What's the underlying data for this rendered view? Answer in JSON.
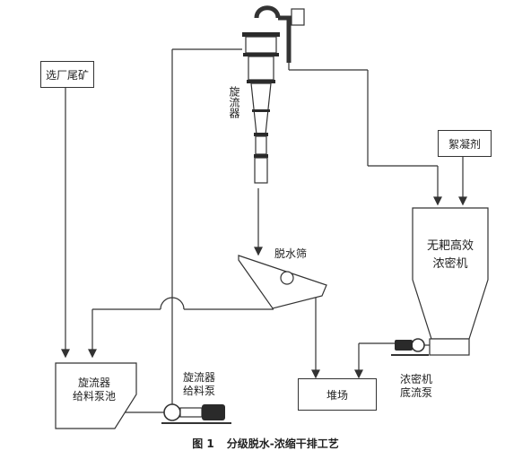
{
  "diagram": {
    "tailings_source": "选厂尾矿",
    "hydrocyclone": "旋流器",
    "flocculant": "絮凝剂",
    "thickener": [
      "无耙高效",
      "浓密机"
    ],
    "dewatering_screen": "脱水筛",
    "feed_tank": [
      "旋流器",
      "给料泵池"
    ],
    "feed_pump": [
      "旋流器",
      "给料泵"
    ],
    "stockyard": "堆场",
    "underflow_pump": [
      "浓密机",
      "底流泵"
    ],
    "caption_number": "图 1",
    "caption_title": "分级脱水-浓缩干排工艺"
  },
  "colors": {
    "line": "#333333",
    "fill": "#ffffff",
    "equipment_dark": "#2a2a2a"
  }
}
